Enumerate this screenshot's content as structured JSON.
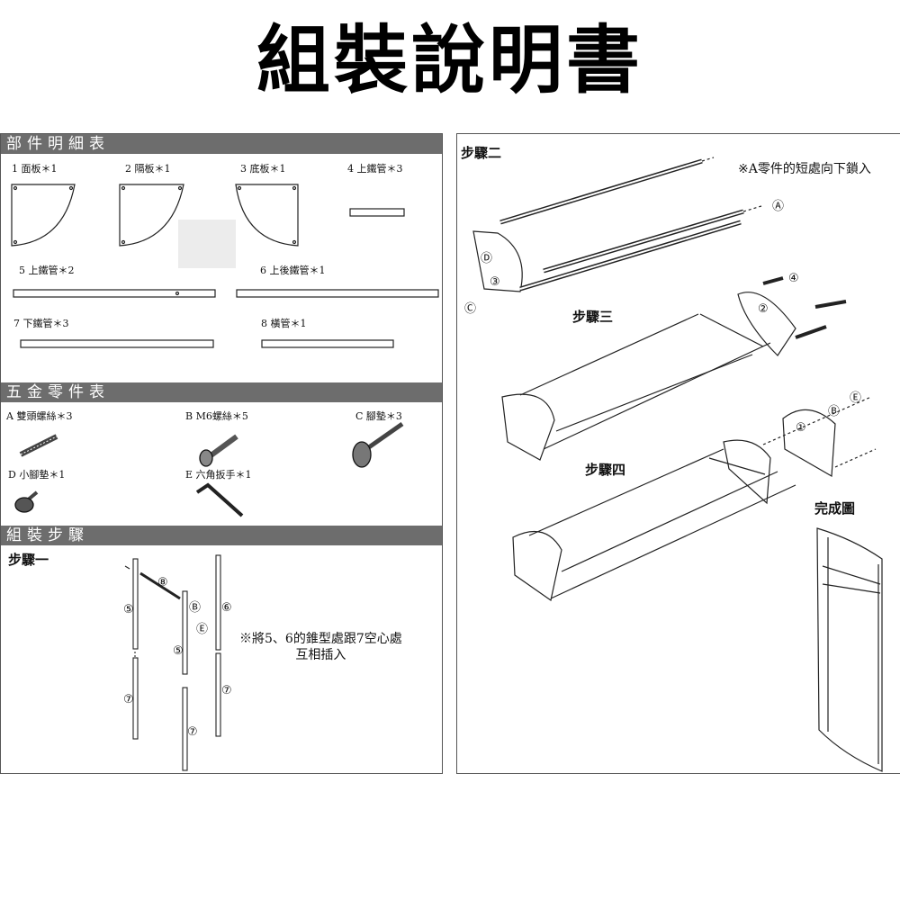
{
  "title": "組裝說明書",
  "parts_table": {
    "header": "部件明細表",
    "items": [
      {
        "label": "1 面板＊1"
      },
      {
        "label": "2 隔板＊1"
      },
      {
        "label": "3 底板＊1"
      },
      {
        "label": "4 上鐵管＊3"
      },
      {
        "label": "5 上鐵管＊2"
      },
      {
        "label": "6 上後鐵管＊1"
      },
      {
        "label": "7 下鐵管＊3"
      },
      {
        "label": "8 橫管＊1"
      }
    ]
  },
  "hardware_table": {
    "header": "五金零件表",
    "items": [
      {
        "label": "A 雙頭螺絲＊3"
      },
      {
        "label": "B M6螺絲＊5"
      },
      {
        "label": "C 腳墊＊3"
      },
      {
        "label": "D 小腳墊＊1"
      },
      {
        "label": "E 六角扳手＊1"
      }
    ]
  },
  "assembly": {
    "header": "組裝步驟",
    "step1_label": "步驟一",
    "step1_note_line1": "※將5、6的錐型處跟7空心處",
    "step1_note_line2": "互相插入",
    "step2_label": "步驟二",
    "step2_note": "※A零件的短處向下鎖入",
    "step3_label": "步驟三",
    "step4_label": "步驟四",
    "finished_label": "完成圖"
  },
  "callouts": {
    "one": "①",
    "two": "②",
    "three": "③",
    "four": "④",
    "five": "⑤",
    "six": "⑥",
    "seven": "⑦",
    "eight": "⑧",
    "A": "Ⓐ",
    "B": "Ⓑ",
    "C": "Ⓒ",
    "D": "Ⓓ",
    "E": "Ⓔ"
  }
}
